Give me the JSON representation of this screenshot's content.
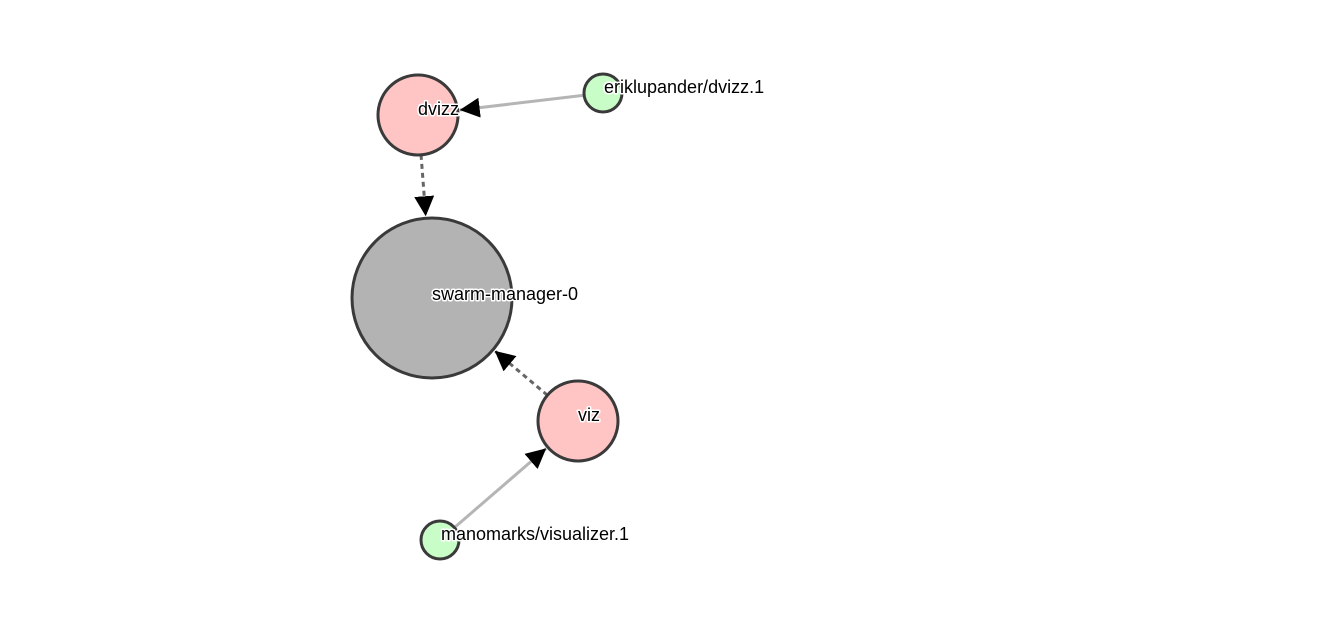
{
  "colors": {
    "manager": "#b3b3b3",
    "service": "#ffc5c5",
    "task": "#c8fdc8",
    "node_stroke": "#3a3a3a",
    "task_link": "#b5b5b5",
    "service_link": "#666666",
    "arrowhead": "#000000"
  },
  "nodes": [
    {
      "id": "swarm-manager-0",
      "label": "swarm-manager-0",
      "kind": "manager"
    },
    {
      "id": "dvizz",
      "label": "dvizz",
      "kind": "service"
    },
    {
      "id": "viz",
      "label": "viz",
      "kind": "service"
    },
    {
      "id": "eriklupander/dvizz.1",
      "label": "eriklupander/dvizz.1",
      "kind": "task"
    },
    {
      "id": "manomarks/visualizer.1",
      "label": "manomarks/visualizer.1",
      "kind": "task"
    }
  ],
  "links": [
    {
      "source": "eriklupander/dvizz.1",
      "target": "dvizz",
      "style": "solid"
    },
    {
      "source": "manomarks/visualizer.1",
      "target": "viz",
      "style": "solid"
    },
    {
      "source": "dvizz",
      "target": "swarm-manager-0",
      "style": "dashed"
    },
    {
      "source": "viz",
      "target": "swarm-manager-0",
      "style": "dashed"
    }
  ]
}
